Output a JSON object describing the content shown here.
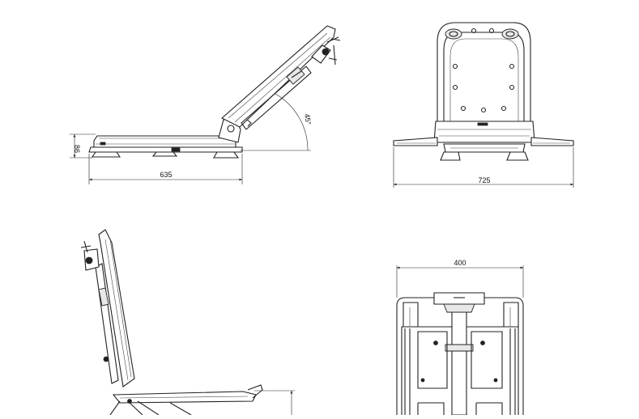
{
  "dimensions": {
    "side_height": "86",
    "side_length": "635",
    "angle": "45°",
    "front_width": "725",
    "top_width": "400"
  }
}
